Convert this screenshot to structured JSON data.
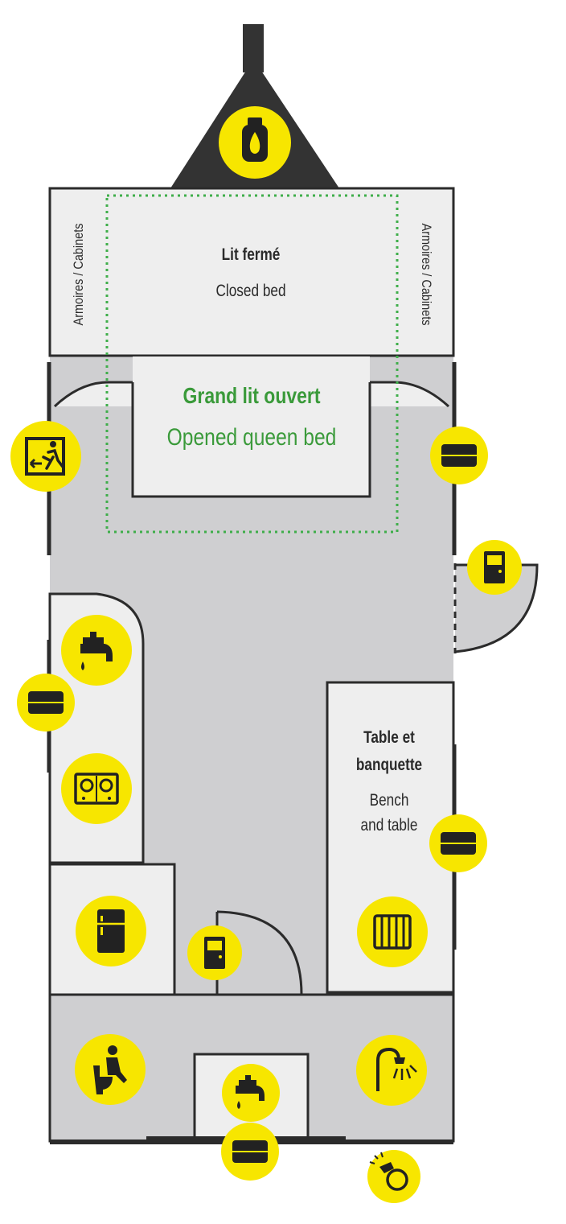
{
  "labels": {
    "closed_bed_fr": "Lit fermé",
    "closed_bed_en": "Closed bed",
    "cabinets_left": "Armoires / Cabinets",
    "cabinets_right": "Armoires / Cabinets",
    "open_bed_fr": "Grand lit ouvert",
    "open_bed_en": "Opened queen bed",
    "table_fr_1": "Table et",
    "table_fr_2": "banquette",
    "table_en_1": "Bench",
    "table_en_2": "and table"
  },
  "colors": {
    "wall": "#2b2b2b",
    "floor": "#cfcfd1",
    "furniture": "#eeeeee",
    "icon_bg": "#f7e600",
    "icon_fg": "#222222",
    "accent_green": "#3a9a3a",
    "dot_green": "#3fae4a"
  },
  "icons": [
    "propane-tank-icon",
    "emergency-exit-icon",
    "window-icon",
    "door-icon",
    "faucet-icon",
    "cooktop-icon",
    "fridge-icon",
    "door-icon",
    "heater-icon",
    "toilet-icon",
    "sink-faucet-icon",
    "shower-icon",
    "outdoor-shower-icon"
  ]
}
